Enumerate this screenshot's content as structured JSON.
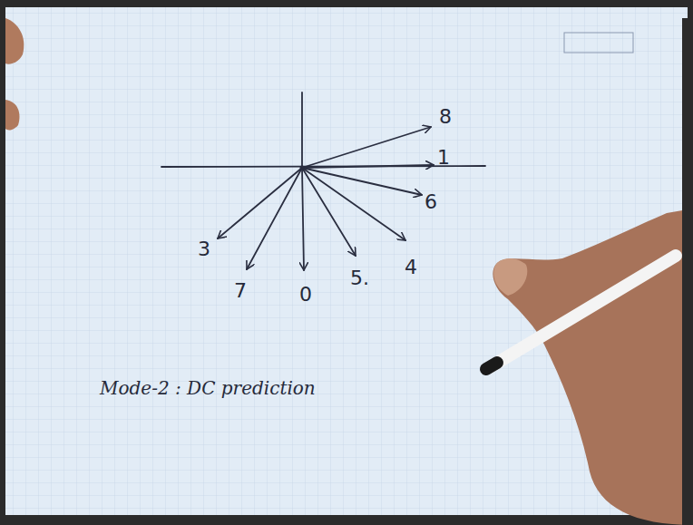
{
  "diagram": {
    "labels": [
      "8",
      "1",
      "6",
      "4",
      "5.",
      "0",
      "7",
      "3",
      "Mode-2 :  DC prediction"
    ]
  }
}
